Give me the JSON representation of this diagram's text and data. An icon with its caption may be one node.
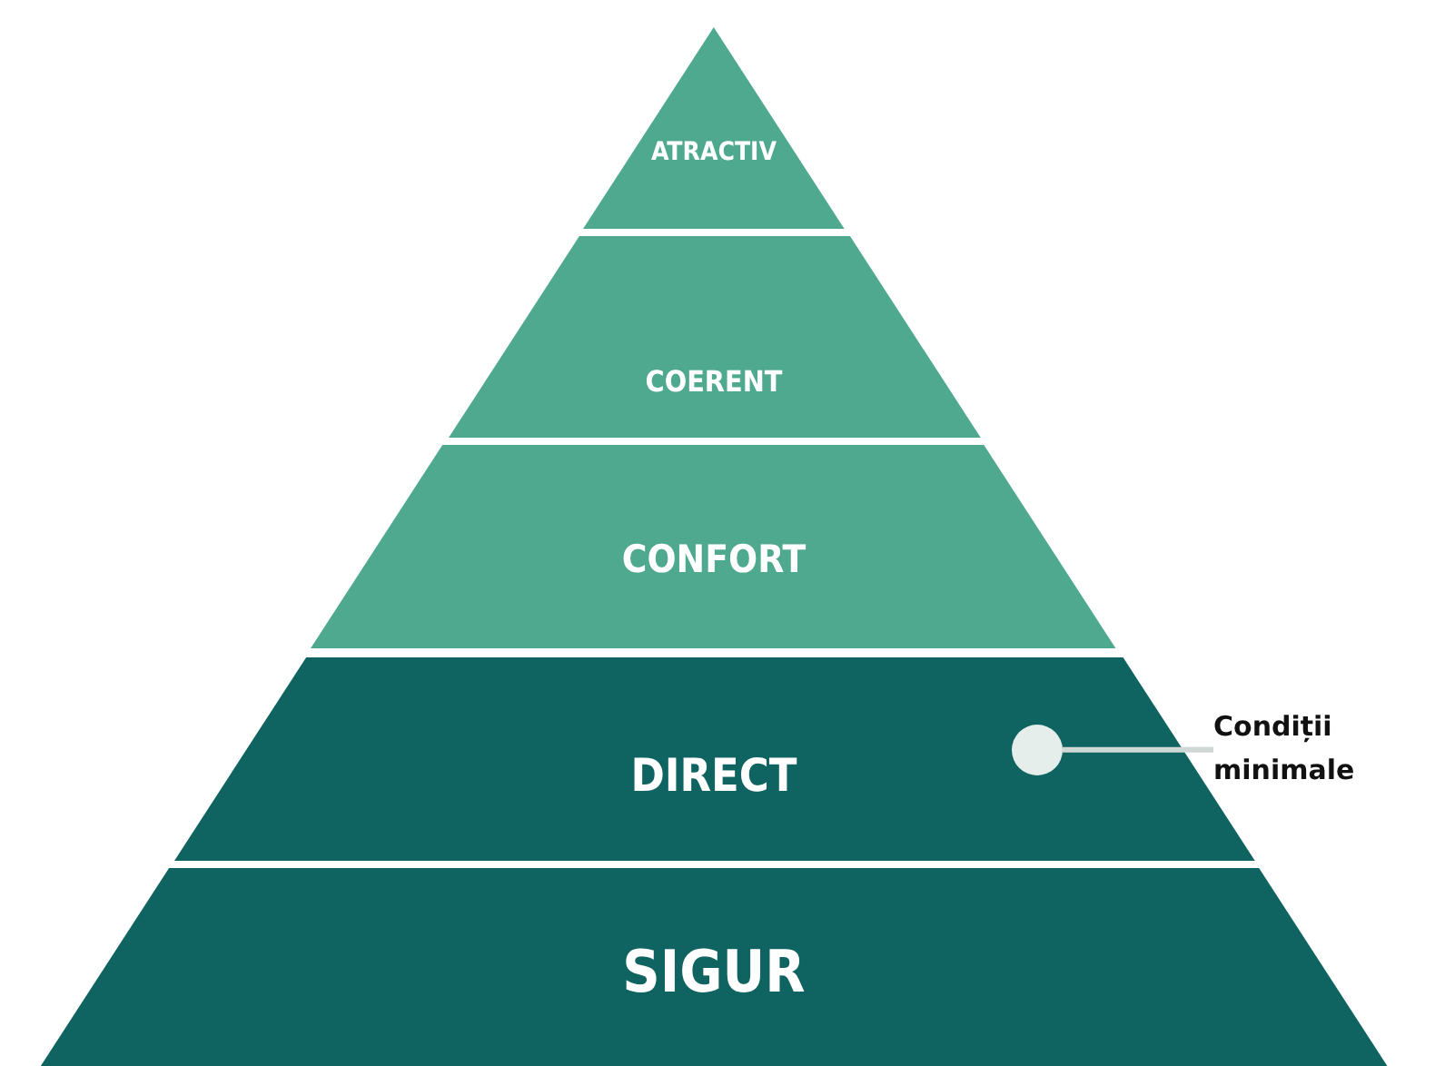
{
  "diagram": {
    "nodes": [
      {
        "text": [
          "ATRACTIV"
        ]
      },
      {
        "text": [
          "COERENT"
        ]
      },
      {
        "text": [
          "CONFORT"
        ]
      },
      {
        "text": [
          "DIRECT"
        ]
      },
      {
        "text": [],
        "shape": "circle",
        "in": 3
      },
      {
        "text": [
          "Condiții minimale"
        ]
      },
      {
        "text": [
          "SIGUR"
        ]
      }
    ],
    "edges": [
      {
        "from": 5,
        "to": 4,
        "arrow": "none"
      }
    ]
  }
}
